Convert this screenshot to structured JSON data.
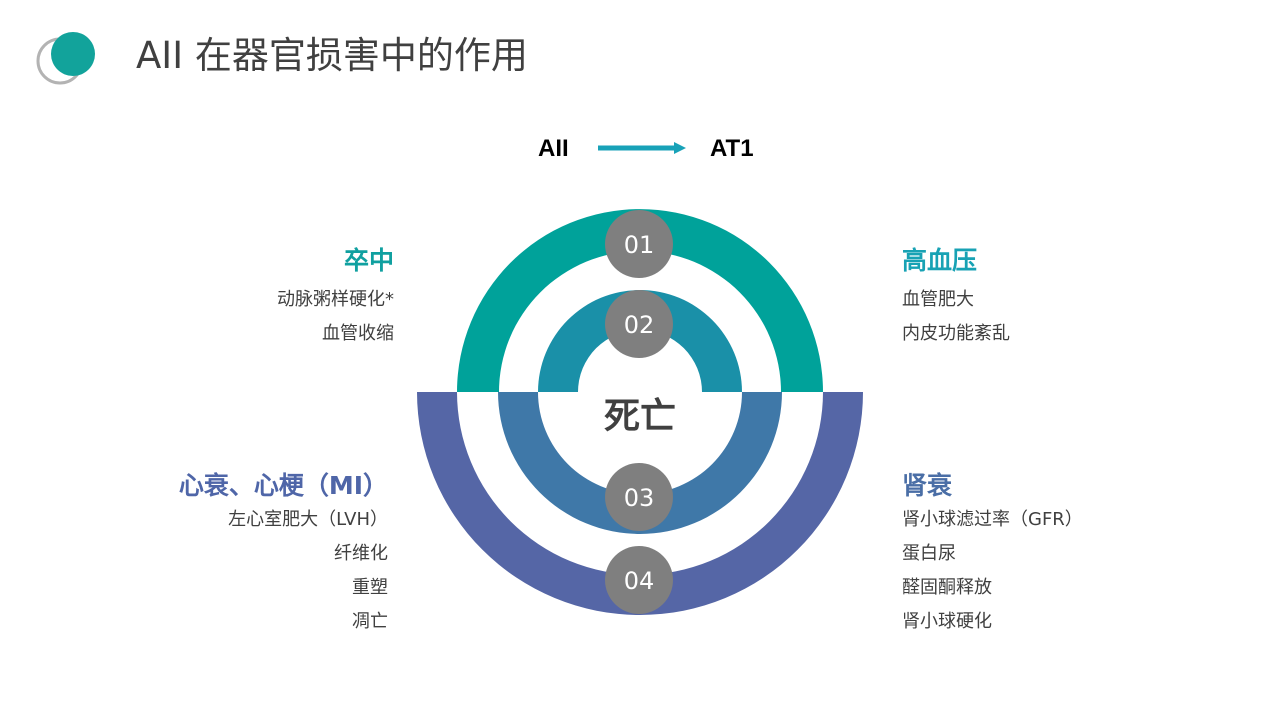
{
  "page": {
    "title": "AII 在器官损害中的作用"
  },
  "flow": {
    "from": "AII",
    "to": "AT1"
  },
  "center": {
    "label": "死亡"
  },
  "steps": [
    "01",
    "02",
    "03",
    "04"
  ],
  "blocks": {
    "stroke": {
      "heading": "卒中",
      "items": [
        "动脉粥样硬化*",
        "血管收缩"
      ]
    },
    "hypertension": {
      "heading": "高血压",
      "items": [
        "血管肥大",
        "内皮功能紊乱"
      ]
    },
    "heart": {
      "heading": "心衰、心梗（MI）",
      "items": [
        "左心室肥大（LVH）",
        "纤维化",
        "重塑",
        "凋亡"
      ]
    },
    "kidney": {
      "heading": "肾衰",
      "items": [
        "肾小球滤过率（GFR）",
        "蛋白尿",
        "醛固酮释放",
        "肾小球硬化"
      ]
    }
  },
  "colors": {
    "teal": "#00a29a",
    "cyan": "#1a90a8",
    "steel_blue": "#3f78a8",
    "indigo": "#5566a6",
    "badge_gray": "#7f7f7f",
    "arrow": "#18a2b8"
  },
  "icons": {
    "logo": "overlapping-circles-logo",
    "arrow": "right-arrow-icon"
  }
}
